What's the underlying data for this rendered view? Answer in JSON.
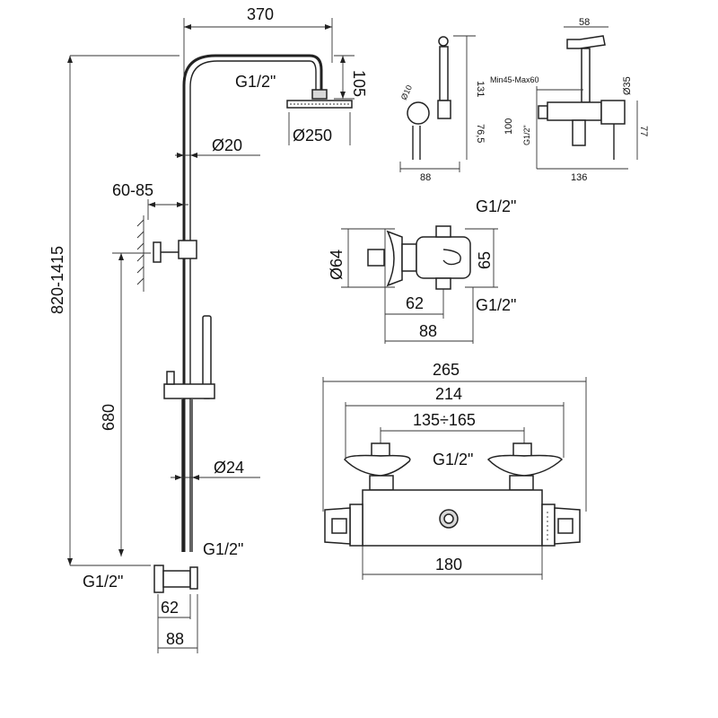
{
  "labels": {
    "head_arm_width": "370",
    "head_drop": "105",
    "head_inlet_thread": "G1/2\"",
    "head_diameter": "Ø250",
    "riser_diameter": "Ø20",
    "bracket_offset": "60-85",
    "total_height": "820-1415",
    "bracket_height": "680",
    "lower_tube_diameter": "Ø24",
    "outlet_thread": "G1/2\"",
    "inlet_thread_left": "G1/2\"",
    "elbow_depth_62": "62",
    "elbow_depth_88": "88",
    "bidet_wall_diameter": "Ø10",
    "bidet_height": "131",
    "bidet_lower_height": "76,5",
    "bidet_width": "88",
    "bidet_nozzle_width": "58",
    "bidet_wall_range": "Min45-Max60",
    "bidet_height_100": "100",
    "bidet_thread_small": "G1/2\"",
    "bidet_diameter_35": "Ø35",
    "bidet_height_77": "77",
    "bidet_length": "136",
    "valve_top_thread": "G1/2\"",
    "valve_diameter": "Ø64",
    "valve_height": "65",
    "valve_depth_62": "62",
    "valve_bottom_thread": "G1/2\"",
    "valve_depth_88": "88",
    "mixer_total_width": "265",
    "mixer_inlets_width": "214",
    "mixer_centres": "135÷165",
    "mixer_inlet_thread": "G1/2\"",
    "mixer_body_width": "180"
  }
}
